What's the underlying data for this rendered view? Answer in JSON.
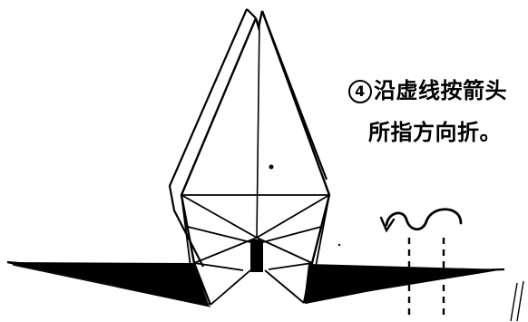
{
  "caption": {
    "step_number": "4",
    "line1": "沿虚线按箭头",
    "line2": "所指方向折。"
  },
  "colors": {
    "ink": "#000000",
    "background": "#ffffff"
  },
  "icons": {
    "fold_arrows": "curved-fold-arrow-icon",
    "fold_lines": "dashed-fold-line"
  }
}
